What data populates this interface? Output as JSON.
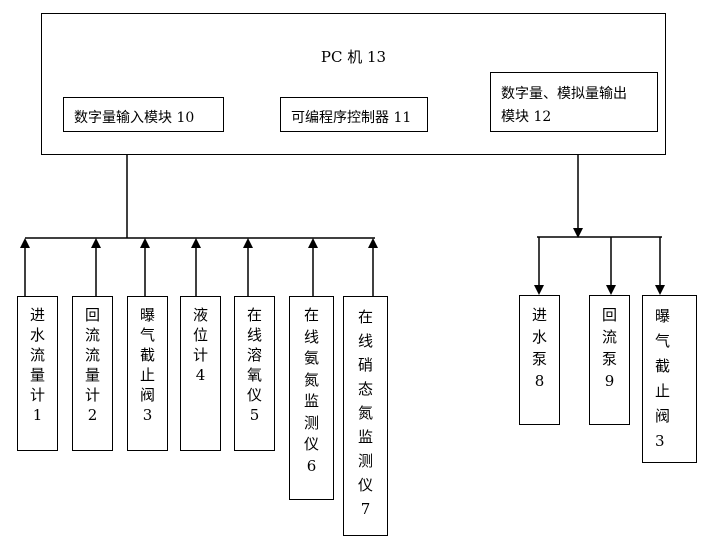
{
  "pc": {
    "title": "PC 机 13"
  },
  "modules": {
    "digital_input": "数字量输入模块 10",
    "plc": "可编程序控制器 11",
    "output_line1": "数字量、模拟量输出",
    "output_line2": "模块 12"
  },
  "sensors": [
    {
      "label": "进\n水\n流\n量\n计\n1"
    },
    {
      "label": "回\n流\n流\n量\n计\n2"
    },
    {
      "label": "曝\n气\n截\n止\n阀\n3"
    },
    {
      "label": "液\n位\n计\n4"
    },
    {
      "label": "在\n线\n溶\n氧\n仪\n5"
    },
    {
      "label": "在\n线\n氨\n氮\n监\n测\n仪\n6"
    },
    {
      "label": "在\n线\n硝\n态\n氮\n监\n测\n仪\n7"
    }
  ],
  "actuators": [
    {
      "label": "进\n水\n泵\n8"
    },
    {
      "label": "回\n流\n泵\n9"
    },
    {
      "label": "曝\n气\n截\n止\n阀\n3"
    }
  ]
}
